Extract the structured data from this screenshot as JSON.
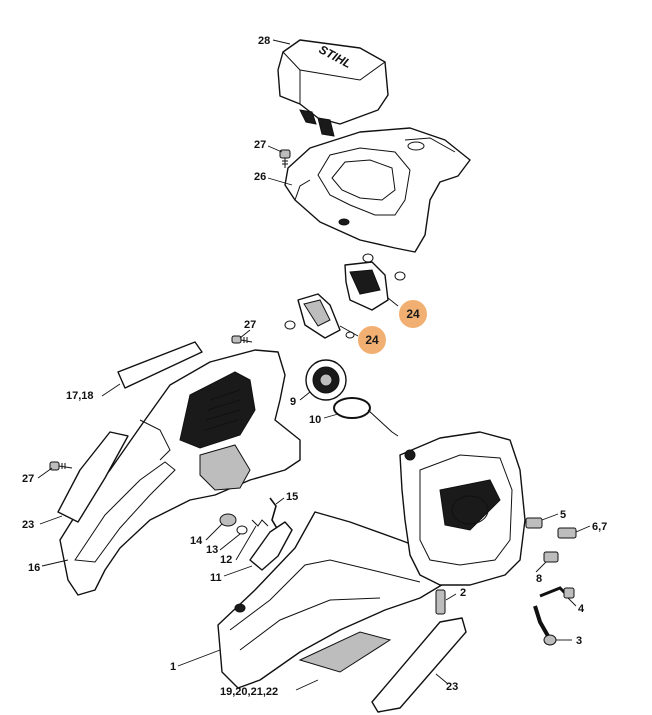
{
  "diagram": {
    "brand_mark": "STIHL",
    "highlight_color": "#f0a862",
    "callouts": [
      {
        "id": "c28",
        "text": "28"
      },
      {
        "id": "c27a",
        "text": "27"
      },
      {
        "id": "c26",
        "text": "26"
      },
      {
        "id": "c24a",
        "text": "24",
        "highlighted": true
      },
      {
        "id": "c24b",
        "text": "24",
        "highlighted": true
      },
      {
        "id": "c27b",
        "text": "27"
      },
      {
        "id": "c1718",
        "text": "17,18"
      },
      {
        "id": "c9",
        "text": "9"
      },
      {
        "id": "c10",
        "text": "10"
      },
      {
        "id": "c27c",
        "text": "27"
      },
      {
        "id": "c23a",
        "text": "23"
      },
      {
        "id": "c16",
        "text": "16"
      },
      {
        "id": "c15",
        "text": "15"
      },
      {
        "id": "c14",
        "text": "14"
      },
      {
        "id": "c13",
        "text": "13"
      },
      {
        "id": "c12",
        "text": "12"
      },
      {
        "id": "c11",
        "text": "11"
      },
      {
        "id": "c5",
        "text": "5"
      },
      {
        "id": "c67",
        "text": "6,7"
      },
      {
        "id": "c8",
        "text": "8"
      },
      {
        "id": "c2",
        "text": "2"
      },
      {
        "id": "c4",
        "text": "4"
      },
      {
        "id": "c3",
        "text": "3"
      },
      {
        "id": "c1",
        "text": "1"
      },
      {
        "id": "c23b",
        "text": "23"
      },
      {
        "id": "c19",
        "text": "19,20,21,22"
      }
    ]
  }
}
